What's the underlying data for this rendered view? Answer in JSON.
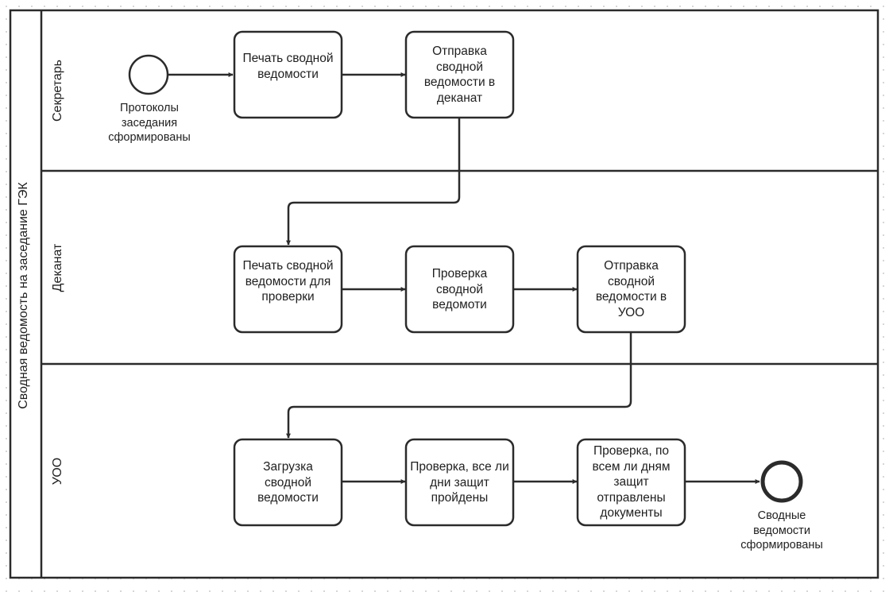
{
  "pool": {
    "title": "Сводная ведомость на заседание ГЭК"
  },
  "lanes": [
    {
      "id": "secretary",
      "label": "Секретарь"
    },
    {
      "id": "dean",
      "label": "Деканат"
    },
    {
      "id": "uoo",
      "label": "УОО"
    }
  ],
  "events": {
    "start": {
      "label": "Протоколы заседания сформированы"
    },
    "end": {
      "label": "Сводные ведомости сформированы"
    }
  },
  "tasks": [
    {
      "id": "t1",
      "lane": "secretary",
      "label": "Печать сводной ведомости"
    },
    {
      "id": "t2",
      "lane": "secretary",
      "label": "Отправка сводной ведомости в деканат"
    },
    {
      "id": "t3",
      "lane": "dean",
      "label": "Печать сводной ведомости для проверки"
    },
    {
      "id": "t4",
      "lane": "dean",
      "label": "Проверка сводной ведомоти"
    },
    {
      "id": "t5",
      "lane": "dean",
      "label": "Отправка сводной ведомости в УОО"
    },
    {
      "id": "t6",
      "lane": "uoo",
      "label": "Загрузка сводной ведомости"
    },
    {
      "id": "t7",
      "lane": "uoo",
      "label": "Проверка, все ли дни защит пройдены"
    },
    {
      "id": "t8",
      "lane": "uoo",
      "label": "Проверка, по всем ли дням защит отправлены документы"
    }
  ],
  "flows": [
    {
      "from": "start",
      "to": "t1"
    },
    {
      "from": "t1",
      "to": "t2"
    },
    {
      "from": "t2",
      "to": "t3"
    },
    {
      "from": "t3",
      "to": "t4"
    },
    {
      "from": "t4",
      "to": "t5"
    },
    {
      "from": "t5",
      "to": "t6"
    },
    {
      "from": "t6",
      "to": "t7"
    },
    {
      "from": "t7",
      "to": "t8"
    },
    {
      "from": "t8",
      "to": "end"
    }
  ]
}
